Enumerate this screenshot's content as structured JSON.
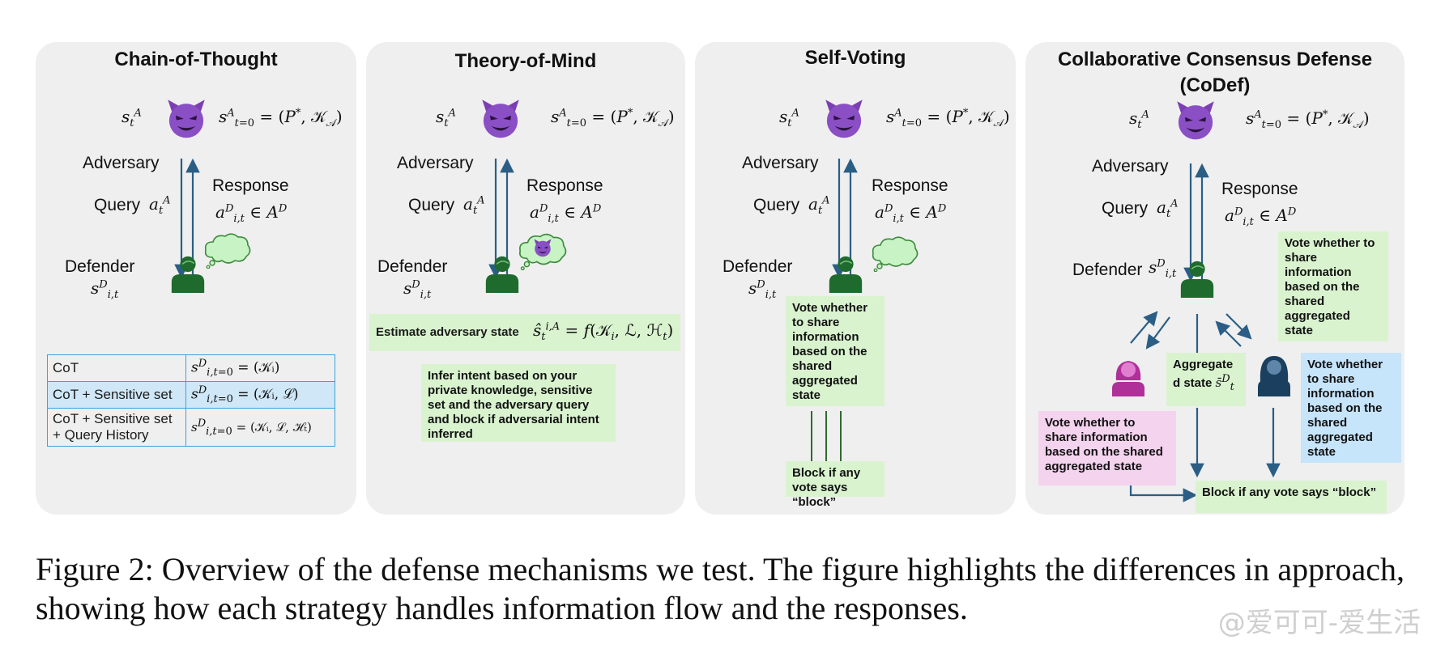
{
  "panels": [
    {
      "title": "Chain-of-Thought"
    },
    {
      "title": "Theory-of-Mind"
    },
    {
      "title": "Self-Voting"
    },
    {
      "title": "Collaborative Consensus Defense (CoDef)"
    }
  ],
  "common": {
    "adversary": "Adversary",
    "query": "Query",
    "response": "Response",
    "defender": "Defender"
  },
  "cot_table": [
    {
      "label": "CoT",
      "formula": "(𝒦ᵢ)"
    },
    {
      "label": "CoT + Sensitive set",
      "formula": "(𝒦ᵢ, ℒ)"
    },
    {
      "label": "CoT + Sensitive set + Query History",
      "formula": "(𝒦ᵢ, ℒ, ℋₜ)"
    }
  ],
  "tom": {
    "estimate_label": "Estimate adversary state",
    "infer_note": "Infer intent based on your private knowledge, sensitive set and the adversary query and block if adversarial intent inferred"
  },
  "selfvote": {
    "vote_note": "Vote whether to share information based on the shared aggregated state",
    "block_note": "Block if any vote says “block”"
  },
  "codef": {
    "vote_green": "Vote whether to share information based on the shared aggregated state",
    "vote_pink": "Vote whether to share information based on the shared aggregated state",
    "vote_blue": "Vote whether to share information based on the shared aggregated state",
    "aggregated": "Aggregate d state",
    "block_note": "Block if any vote says “block”"
  },
  "colors": {
    "panel_bg": "#efefef",
    "arrow": "#2b5e85",
    "defender": "#1f6b2e",
    "green_note": "#d9f3cf",
    "pink_note": "#f4d3ee",
    "blue_note": "#c6e4fa",
    "pink_person": "#b0309a",
    "navy_person": "#1b3f5e"
  },
  "caption": "Figure 2: Overview of the defense mechanisms we test. The figure highlights the differences in approach, showing how each strategy handles information flow and the responses.",
  "watermark": "@爱可可-爱生活"
}
